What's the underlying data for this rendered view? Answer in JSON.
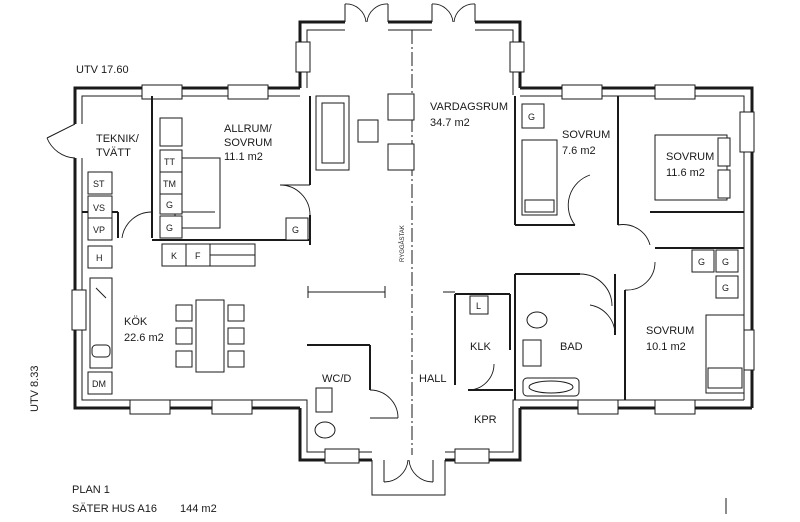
{
  "header": {
    "utv_top": "UTV 17.60",
    "utv_side": "UTV 8.33"
  },
  "footer": {
    "plan": "PLAN 1",
    "house": "SÄTER HUS A16",
    "area": "144 m2"
  },
  "rooms": {
    "teknik_1": "TEKNIK/",
    "teknik_2": "TVÄTT",
    "allrum_1": "ALLRUM/",
    "allrum_2": "SOVRUM",
    "allrum_area": "11.1 m2",
    "vardagsrum": "VARDAGSRUM",
    "vardagsrum_area": "34.7 m2",
    "sovrum_a": "SOVRUM",
    "sovrum_a_area": "7.6 m2",
    "sovrum_b": "SOVRUM",
    "sovrum_b_area": "11.6 m2",
    "sovrum_c": "SOVRUM",
    "sovrum_c_area": "10.1 m2",
    "kok": "KÖK",
    "kok_area": "22.6 m2",
    "wc": "WC/D",
    "hall": "HALL",
    "klk": "KLK",
    "kpr": "KPR",
    "bad": "BAD",
    "ryggastak": "RYGGÅSTAK"
  },
  "fixtures": {
    "st": "ST",
    "vs": "VS",
    "vp": "VP",
    "h": "H",
    "dm": "DM",
    "tt": "TT",
    "tm": "TM",
    "g": "G",
    "k": "K",
    "f": "F",
    "l": "L"
  }
}
